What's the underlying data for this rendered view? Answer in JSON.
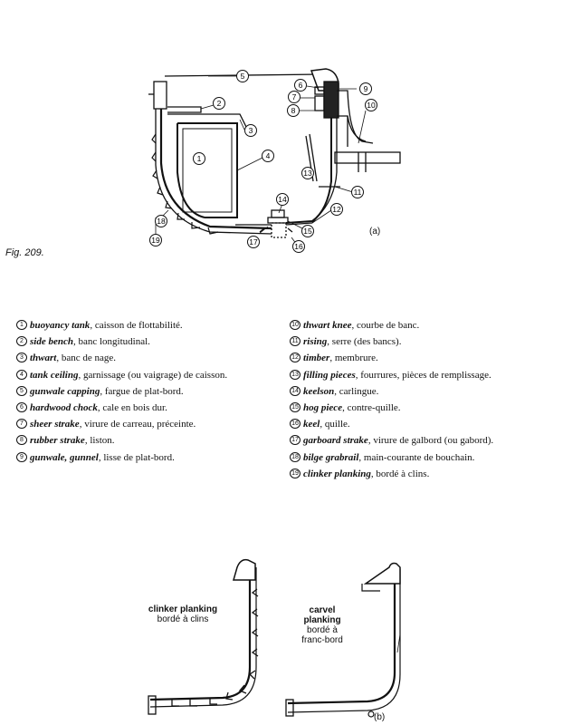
{
  "figure_label": "Fig. 209.",
  "panel_a_label": "(a)",
  "panel_b_label": "(b)",
  "callouts": [
    "1",
    "2",
    "3",
    "4",
    "5",
    "6",
    "7",
    "8",
    "9",
    "10",
    "11",
    "12",
    "13",
    "14",
    "15",
    "16",
    "17",
    "18",
    "19"
  ],
  "legend_left": [
    {
      "num": "1",
      "term": "buoyancy tank",
      "desc": ", caisson de flottabilité."
    },
    {
      "num": "2",
      "term": "side bench",
      "desc": ", banc longitudinal."
    },
    {
      "num": "3",
      "term": "thwart",
      "desc": ", banc de nage."
    },
    {
      "num": "4",
      "term": "tank ceiling",
      "desc": ", garnissage (ou vaigrage) de caisson."
    },
    {
      "num": "5",
      "term": "gunwale capping",
      "desc": ", fargue de plat-bord."
    },
    {
      "num": "6",
      "term": "hardwood chock",
      "desc": ", cale en bois dur."
    },
    {
      "num": "7",
      "term": "sheer strake",
      "desc": ", virure de carreau, préceinte."
    },
    {
      "num": "8",
      "term": "rubber strake",
      "desc": ", liston."
    },
    {
      "num": "9",
      "term": "gunwale, gunnel",
      "desc": ", lisse de plat-bord."
    }
  ],
  "legend_right": [
    {
      "num": "10",
      "term": "thwart knee",
      "desc": ", courbe de banc."
    },
    {
      "num": "11",
      "term": "rising",
      "desc": ", serre (des bancs)."
    },
    {
      "num": "12",
      "term": "timber",
      "desc": ", membrure."
    },
    {
      "num": "13",
      "term": "filling pieces",
      "desc": ", fourrures, pièces de remplissage."
    },
    {
      "num": "14",
      "term": "keelson",
      "desc": ", carlingue."
    },
    {
      "num": "15",
      "term": "hog piece",
      "desc": ", contre-quille."
    },
    {
      "num": "16",
      "term": "keel",
      "desc": ", quille."
    },
    {
      "num": "17",
      "term": "garboard strake",
      "desc": ", virure de galbord (ou gabord)."
    },
    {
      "num": "18",
      "term": "bilge grabrail",
      "desc": ", main-courante de bouchain."
    },
    {
      "num": "19",
      "term": "clinker planking",
      "desc": ", bordé à clins."
    }
  ],
  "panel_b": {
    "clinker": {
      "en": "clinker planking",
      "fr": "bordé à clins"
    },
    "carvel": {
      "en": "carvel planking",
      "fr": "bordé à franc-bord"
    }
  }
}
